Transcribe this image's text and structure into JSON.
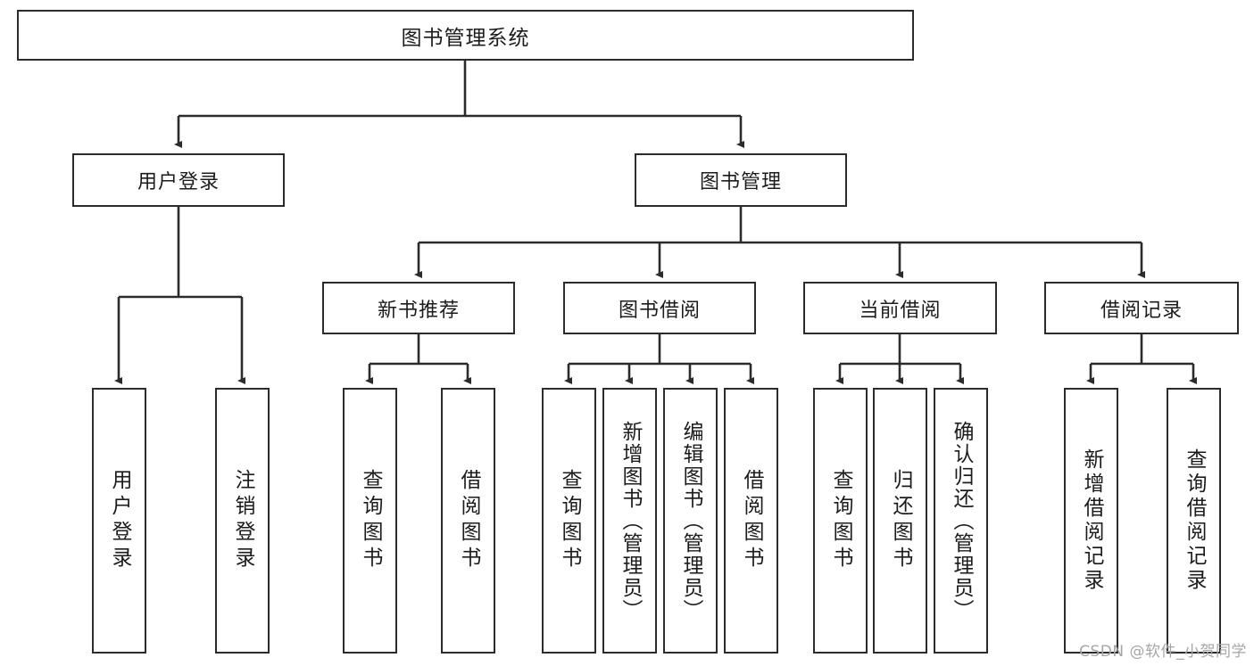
{
  "diagram": {
    "title": "图书管理系统",
    "type": "tree-hierarchy",
    "root": {
      "id": "root",
      "label": "图书管理系统"
    },
    "level2": [
      {
        "id": "user-login",
        "label": "用户登录"
      },
      {
        "id": "book-management",
        "label": "图书管理"
      }
    ],
    "level3": [
      {
        "id": "new-book-recommend",
        "label": "新书推荐",
        "parent": "book-management"
      },
      {
        "id": "book-borrow",
        "label": "图书借阅",
        "parent": "book-management"
      },
      {
        "id": "current-borrow",
        "label": "当前借阅",
        "parent": "book-management"
      },
      {
        "id": "borrow-record",
        "label": "借阅记录",
        "parent": "book-management"
      }
    ],
    "leaves": [
      {
        "id": "leaf-user-login",
        "label": "用户登录",
        "parent": "user-login"
      },
      {
        "id": "leaf-user-logout",
        "label": "注销登录",
        "parent": "user-login"
      },
      {
        "id": "leaf-query-book-1",
        "label": "查询图书",
        "parent": "new-book-recommend"
      },
      {
        "id": "leaf-borrow-book-1",
        "label": "借阅图书",
        "parent": "new-book-recommend"
      },
      {
        "id": "leaf-query-book-2",
        "label": "查询图书",
        "parent": "book-borrow"
      },
      {
        "id": "leaf-add-book",
        "label": "新增图书（管理员）",
        "parent": "book-borrow"
      },
      {
        "id": "leaf-edit-book",
        "label": "编辑图书（管理员）",
        "parent": "book-borrow"
      },
      {
        "id": "leaf-borrow-book-2",
        "label": "借阅图书",
        "parent": "book-borrow"
      },
      {
        "id": "leaf-query-book-3",
        "label": "查询图书",
        "parent": "current-borrow"
      },
      {
        "id": "leaf-return-book",
        "label": "归还图书",
        "parent": "current-borrow"
      },
      {
        "id": "leaf-confirm-return",
        "label": "确认归还（管理员）",
        "parent": "current-borrow"
      },
      {
        "id": "leaf-add-record",
        "label": "新增借阅记录",
        "parent": "borrow-record"
      },
      {
        "id": "leaf-query-record",
        "label": "查询借阅记录",
        "parent": "borrow-record"
      }
    ]
  },
  "watermark": {
    "text": "CSDN @软件_小贺同学"
  },
  "colors": {
    "stroke": "#2b2b2b",
    "background": "#ffffff",
    "text": "#1c1c1c",
    "watermark": "#a6a6a6"
  }
}
